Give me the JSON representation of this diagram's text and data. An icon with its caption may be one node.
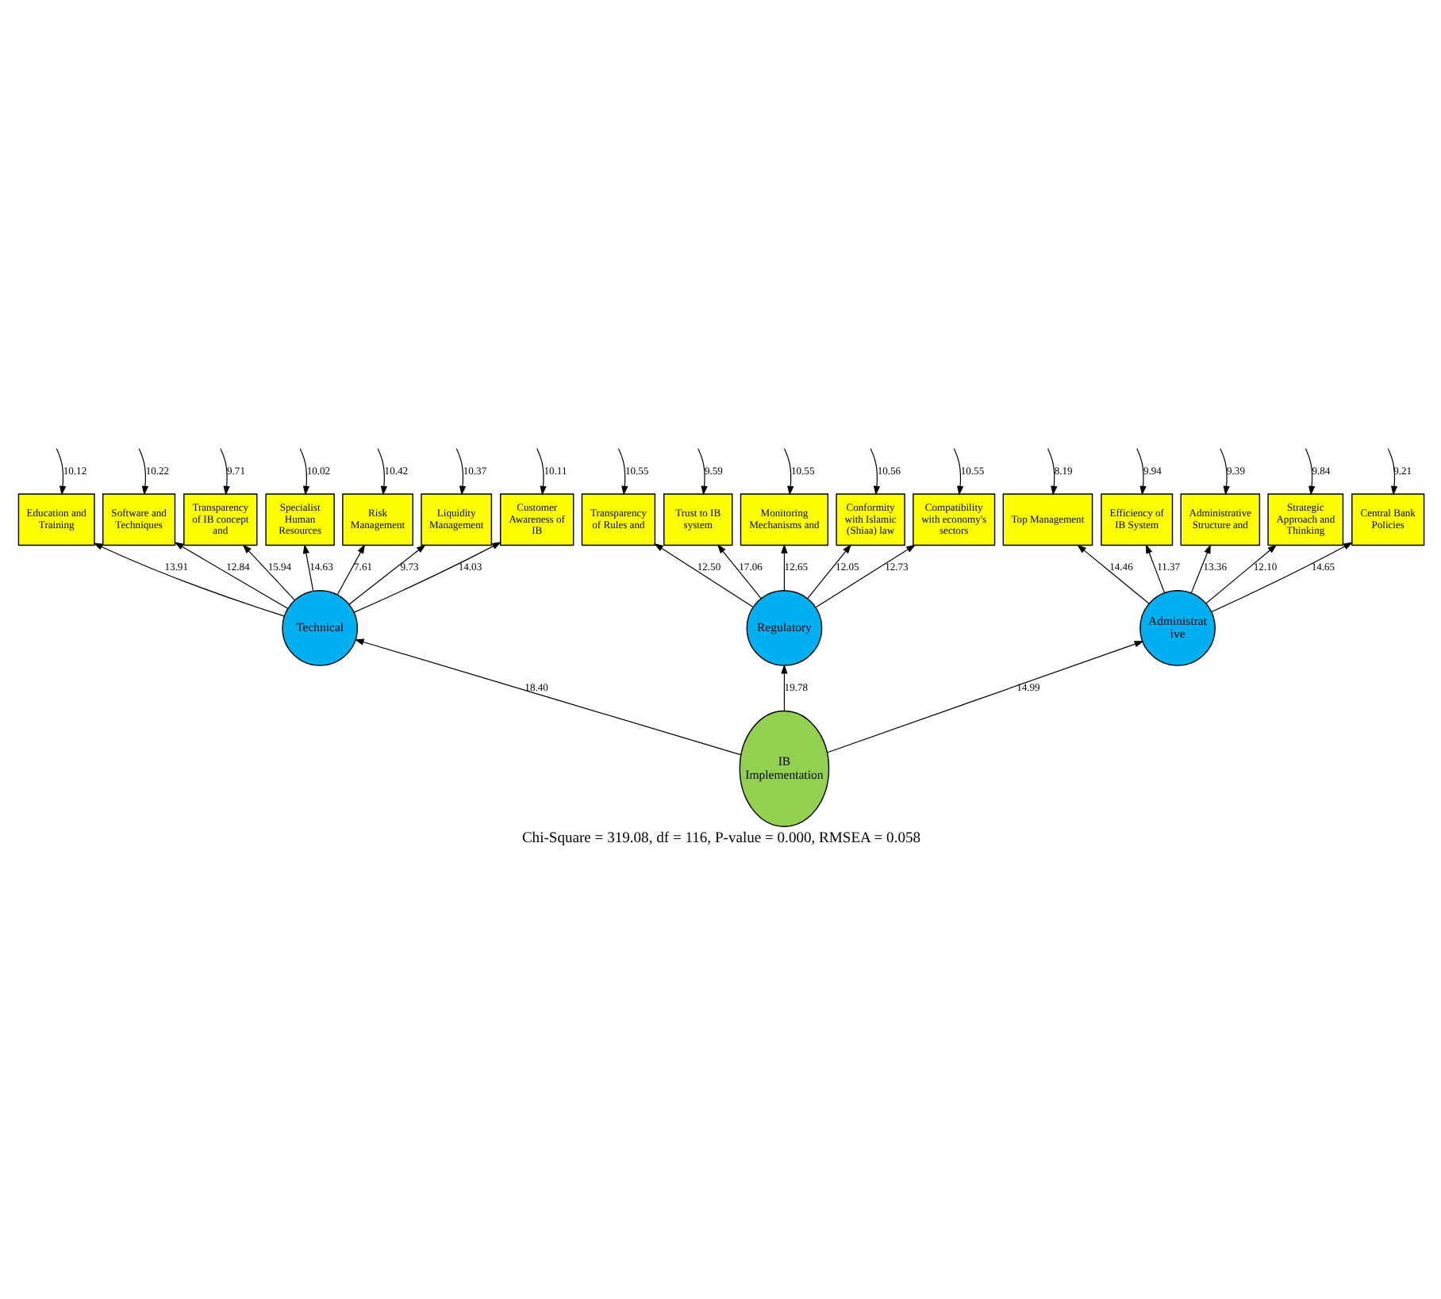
{
  "diagram": {
    "caption": "Chi-Square = 319.08, df = 116, P-value = 0.000, RMSEA = 0.058",
    "nodes": [
      {
        "text": [
          "IB Implementation"
        ]
      },
      {
        "text": [
          "Technical"
        ]
      },
      {
        "text": [
          "Regulatory"
        ]
      },
      {
        "text": [
          "Administrat ive"
        ]
      },
      {
        "text": [
          "Education and Training"
        ]
      },
      {
        "text": [
          "Software and Techniques"
        ]
      },
      {
        "text": [
          "Transparency of IB concept and"
        ]
      },
      {
        "text": [
          "Specialist Human Resources"
        ]
      },
      {
        "text": [
          "Risk Management"
        ]
      },
      {
        "text": [
          "Liquidity Management"
        ]
      },
      {
        "text": [
          "Customer Awareness of IB"
        ]
      },
      {
        "text": [
          "Transparency of Rules and"
        ]
      },
      {
        "text": [
          "Trust to IB system"
        ]
      },
      {
        "text": [
          "Monitoring Mechanisms and"
        ]
      },
      {
        "text": [
          "Conformity with Islamic (Shiaa) law"
        ]
      },
      {
        "text": [
          "Compatibility with economy's sectors"
        ]
      },
      {
        "text": [
          "Top Management"
        ]
      },
      {
        "text": [
          "Efficiency of IB System"
        ]
      },
      {
        "text": [
          "Administrative Structure and"
        ]
      },
      {
        "text": [
          "Strategic Approach and Thinking"
        ]
      },
      {
        "text": [
          "Central Bank Policies"
        ]
      }
    ],
    "edges": [
      {
        "from": 0,
        "to": 1,
        "arrow": "to",
        "label": "18.40"
      },
      {
        "from": 0,
        "to": 2,
        "arrow": "to",
        "label": "19.78"
      },
      {
        "from": 0,
        "to": 3,
        "arrow": "to",
        "label": "14.99"
      },
      {
        "from": 1,
        "to": 4,
        "arrow": "to",
        "label": "13.91"
      },
      {
        "from": 1,
        "to": 5,
        "arrow": "to",
        "label": "12.84"
      },
      {
        "from": 1,
        "to": 6,
        "arrow": "to",
        "label": "15.94"
      },
      {
        "from": 1,
        "to": 7,
        "arrow": "to",
        "label": "14.63"
      },
      {
        "from": 1,
        "to": 8,
        "arrow": "to",
        "label": "7.61"
      },
      {
        "from": 1,
        "to": 9,
        "arrow": "to",
        "label": "9.73"
      },
      {
        "from": 1,
        "to": 10,
        "arrow": "to",
        "label": "14.03"
      },
      {
        "from": 2,
        "to": 11,
        "arrow": "to",
        "label": "12.50"
      },
      {
        "from": 2,
        "to": 12,
        "arrow": "to",
        "label": "17.06"
      },
      {
        "from": 2,
        "to": 13,
        "arrow": "to",
        "label": "12.65"
      },
      {
        "from": 2,
        "to": 14,
        "arrow": "to",
        "label": "12.05"
      },
      {
        "from": 2,
        "to": 15,
        "arrow": "to",
        "label": "12.73"
      },
      {
        "from": 3,
        "to": 16,
        "arrow": "to",
        "label": "14.46"
      },
      {
        "from": 3,
        "to": 17,
        "arrow": "to",
        "label": "11.37"
      },
      {
        "from": 3,
        "to": 18,
        "arrow": "to",
        "label": "13.36"
      },
      {
        "from": 3,
        "to": 19,
        "arrow": "to",
        "label": "12.10"
      },
      {
        "from": 3,
        "to": 20,
        "arrow": "to",
        "label": "14.65"
      },
      {
        "from": null,
        "to": 4,
        "arrow": "to",
        "label": "10.12"
      },
      {
        "from": null,
        "to": 5,
        "arrow": "to",
        "label": "10.22"
      },
      {
        "from": null,
        "to": 6,
        "arrow": "to",
        "label": "9.71"
      },
      {
        "from": null,
        "to": 7,
        "arrow": "to",
        "label": "10.02"
      },
      {
        "from": null,
        "to": 8,
        "arrow": "to",
        "label": "10.42"
      },
      {
        "from": null,
        "to": 9,
        "arrow": "to",
        "label": "10.37"
      },
      {
        "from": null,
        "to": 10,
        "arrow": "to",
        "label": "10.11"
      },
      {
        "from": null,
        "to": 11,
        "arrow": "to",
        "label": "10.55"
      },
      {
        "from": null,
        "to": 12,
        "arrow": "to",
        "label": "9.59"
      },
      {
        "from": null,
        "to": 13,
        "arrow": "to",
        "label": "10.55"
      },
      {
        "from": null,
        "to": 14,
        "arrow": "to",
        "label": "10.56"
      },
      {
        "from": null,
        "to": 15,
        "arrow": "to",
        "label": "10.55"
      },
      {
        "from": null,
        "to": 16,
        "arrow": "to",
        "label": "8.19"
      },
      {
        "from": null,
        "to": 17,
        "arrow": "to",
        "label": "9.94"
      },
      {
        "from": null,
        "to": 18,
        "arrow": "to",
        "label": "9.39"
      },
      {
        "from": null,
        "to": 19,
        "arrow": "to",
        "label": "9.84"
      },
      {
        "from": null,
        "to": 20,
        "arrow": "to",
        "label": "9.21"
      }
    ]
  }
}
